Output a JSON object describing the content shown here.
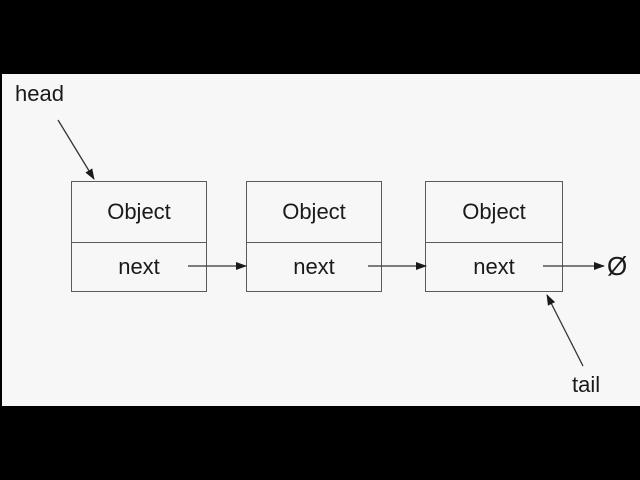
{
  "labels": {
    "head": "head",
    "tail": "tail",
    "null_symbol": "Ø"
  },
  "nodes": [
    {
      "object": "Object",
      "next": "next"
    },
    {
      "object": "Object",
      "next": "next"
    },
    {
      "object": "Object",
      "next": "next"
    }
  ],
  "colors": {
    "letterbox": "#000000",
    "background": "#f7f7f7",
    "box_border": "#5a5a5a",
    "text": "#1a1a1a",
    "arrow": "#333333"
  }
}
